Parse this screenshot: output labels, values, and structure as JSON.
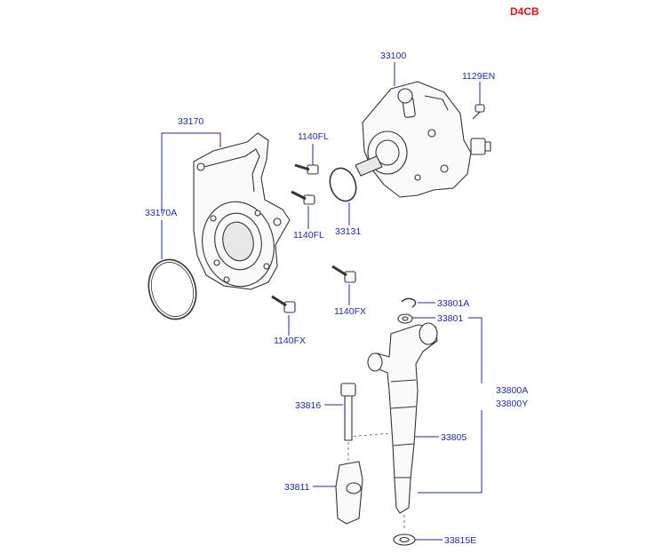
{
  "engine_code": "D4CB",
  "colors": {
    "label": "#1f2a9e",
    "code": "#e0101a",
    "line": "#1f2a9e",
    "part": "#333333"
  },
  "labels": {
    "p33100": "33100",
    "p1129EN": "1129EN",
    "p33170": "33170",
    "p1140FL_top": "1140FL",
    "p1140FL_bottom": "1140FL",
    "p33170A": "33170A",
    "p33131": "33131",
    "p1140FX_right": "1140FX",
    "p1140FX_left": "1140FX",
    "p33801A": "33801A",
    "p33801": "33801",
    "p33800A": "33800A",
    "p33800Y": "33800Y",
    "p33816": "33816",
    "p33805": "33805",
    "p33811": "33811",
    "p33815E": "33815E"
  }
}
